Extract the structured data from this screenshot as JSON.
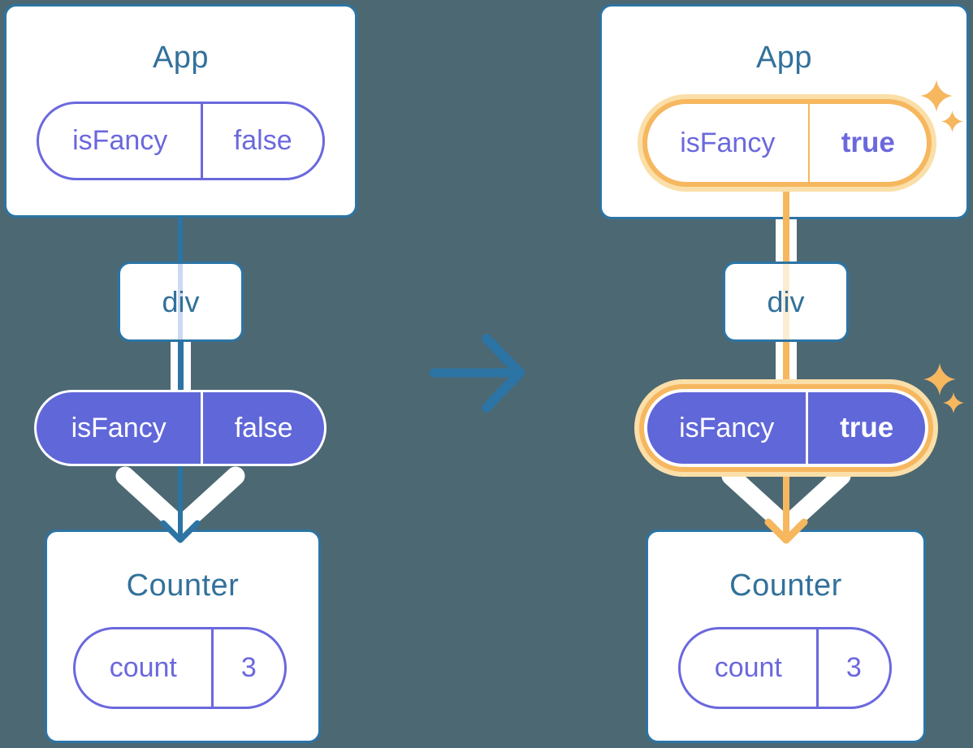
{
  "colors": {
    "background": "#4c6873",
    "blue": "#2c74a4",
    "blue_text": "#32719b",
    "purple": "#6b68de",
    "purple_fill": "#6067d9",
    "lavender": "#ccd9f2",
    "orange": "#f6b75f",
    "orange_light": "#fbdfa9",
    "peach": "#fcecd2",
    "white": "#ffffff"
  },
  "before": {
    "app": {
      "title": "App",
      "prop": {
        "name": "isFancy",
        "value": "false"
      }
    },
    "div": {
      "label": "div"
    },
    "state_pill": {
      "name": "isFancy",
      "value": "false"
    },
    "counter": {
      "title": "Counter",
      "state": {
        "name": "count",
        "value": "3"
      }
    }
  },
  "after": {
    "app": {
      "title": "App",
      "prop": {
        "name": "isFancy",
        "value": "true"
      }
    },
    "div": {
      "label": "div"
    },
    "state_pill": {
      "name": "isFancy",
      "value": "true"
    },
    "counter": {
      "title": "Counter",
      "state": {
        "name": "count",
        "value": "3"
      }
    }
  },
  "icons": {
    "transition": "arrow-right-icon",
    "highlight": "sparkles-icon"
  }
}
